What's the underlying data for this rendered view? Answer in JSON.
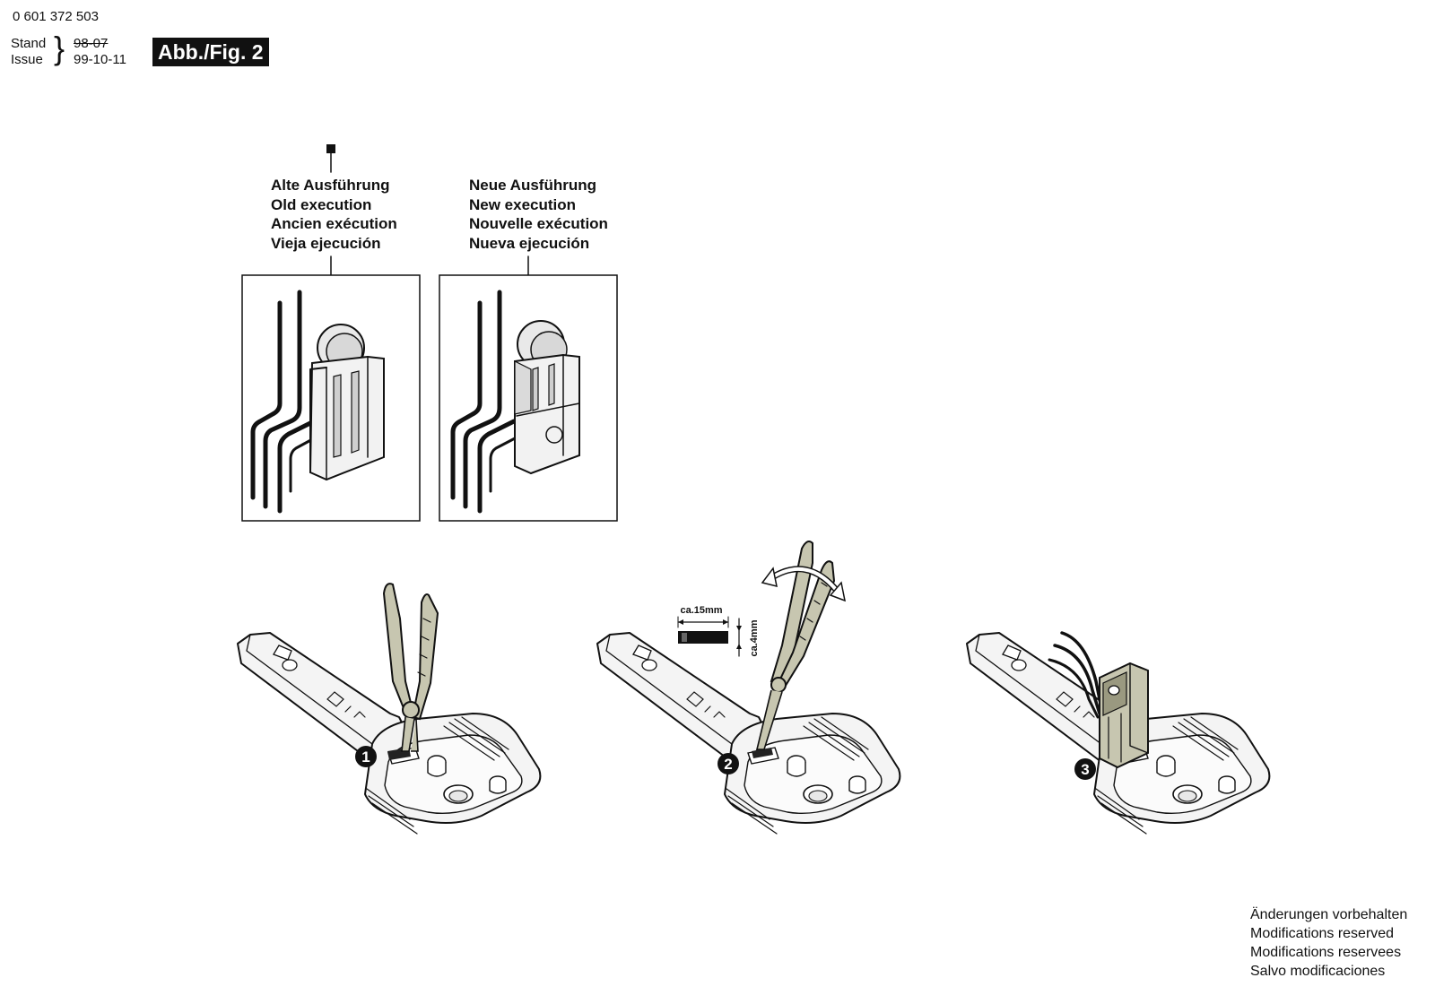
{
  "header": {
    "part_number": "0 601 372 503",
    "stand_label": "Stand",
    "issue_label": "Issue",
    "old_date": "98-07",
    "issue_date": "99-10-11",
    "figure_label": "Abb./Fig. 2"
  },
  "variants": {
    "old": {
      "lines": [
        "Alte Ausführung",
        "Old execution",
        "Ancien exécution",
        "Vieja ejecución"
      ]
    },
    "new": {
      "lines": [
        "Neue Ausführung",
        "New execution",
        "Nouvelle exécution",
        "Nueva ejecución"
      ]
    }
  },
  "steps": [
    {
      "number": "1"
    },
    {
      "number": "2",
      "dim_length": "ca.15mm",
      "dim_height": "ca.4mm"
    },
    {
      "number": "3"
    }
  ],
  "footer": {
    "lines": [
      "Änderungen vorbehalten",
      "Modifications reserved",
      "Modifications reservees",
      "Salvo modificaciones"
    ]
  },
  "colors": {
    "ink": "#111111",
    "pliers_fill": "#c7c6b0",
    "part_fill": "#ececec"
  }
}
